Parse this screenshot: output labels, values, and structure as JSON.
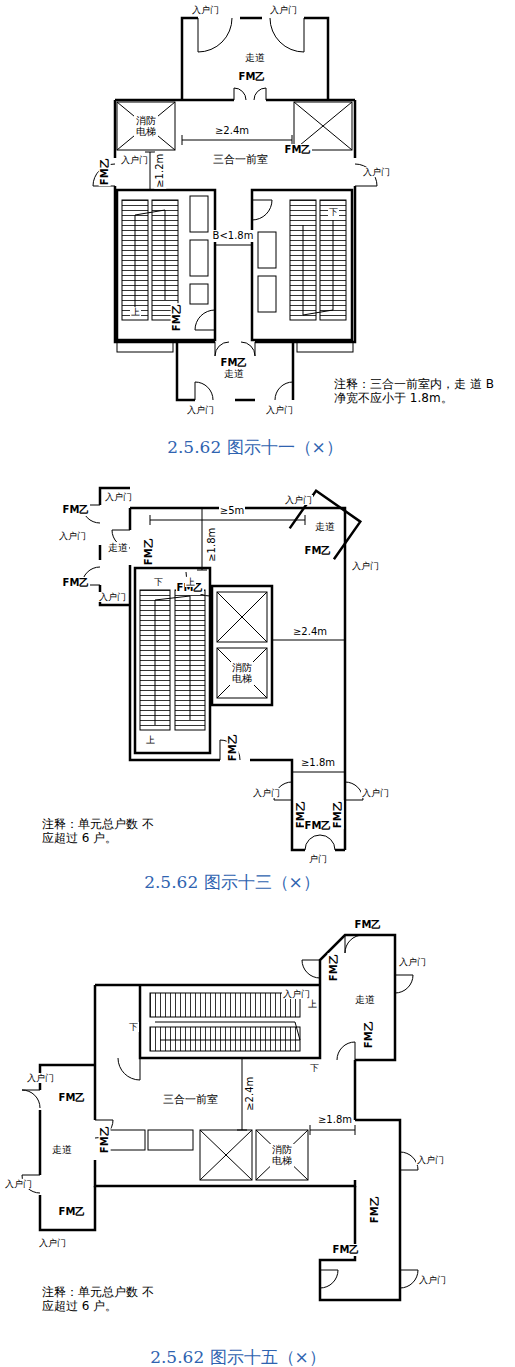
{
  "diagram": {
    "nodes": [
      {
        "text": [
          "走道"
        ]
      },
      {
        "text": [
          "三合一前室"
        ]
      },
      {
        "text": [
          "走道"
        ]
      },
      {
        "text": [
          "消防电梯"
        ]
      },
      {
        "text": [
          "走道"
        ]
      },
      {
        "text": [
          "走道"
        ]
      },
      {
        "text": [
          "消防电梯"
        ]
      },
      {
        "text": [
          "走道"
        ]
      },
      {
        "text": [
          "走道"
        ]
      },
      {
        "text": [
          "三合一前室"
        ]
      },
      {
        "text": [
          "消防电梯"
        ]
      }
    ],
    "labels": [
      "入户门",
      "入户门",
      "FM乙",
      "≥2.4m",
      "FM乙",
      "入户门",
      "≥1.2m",
      "FM乙",
      "入户门",
      "B<1.8m",
      "下",
      "上",
      "FM乙",
      "FM乙",
      "入户门",
      "入户门",
      "注释：三合一前室内，走 道 B 净宽不应小于 1.8m。",
      "2.5.62 图示十一（×）",
      "入户门",
      "FM乙",
      "入户门",
      "FM乙",
      "FM乙",
      "入户门",
      "≥5m",
      "≥1.8m",
      "FM乙",
      "入户门",
      "FM乙",
      "入户门",
      "下",
      "上",
      "上",
      "≥2.4m",
      "FM乙",
      "≥1.8m",
      "入户门",
      "FM乙",
      "FM乙",
      "入户门",
      "FM乙",
      "户门",
      "注释：单元总户数 不应超过 6 户。",
      "2.5.62 图示十三（×）",
      "FM乙",
      "入户门",
      "入户门",
      "FM乙",
      "FM乙",
      "下",
      "上",
      "下",
      "≥2.4m",
      "≥1.8m",
      "入户门",
      "FM乙",
      "FM乙",
      "入户门",
      "FM乙",
      "入户门",
      "入户门",
      "FM乙",
      "FM乙",
      "入户门",
      "注释：单元总户数 不应超过 6 户。",
      "2.5.62 图示十五（×）"
    ]
  }
}
